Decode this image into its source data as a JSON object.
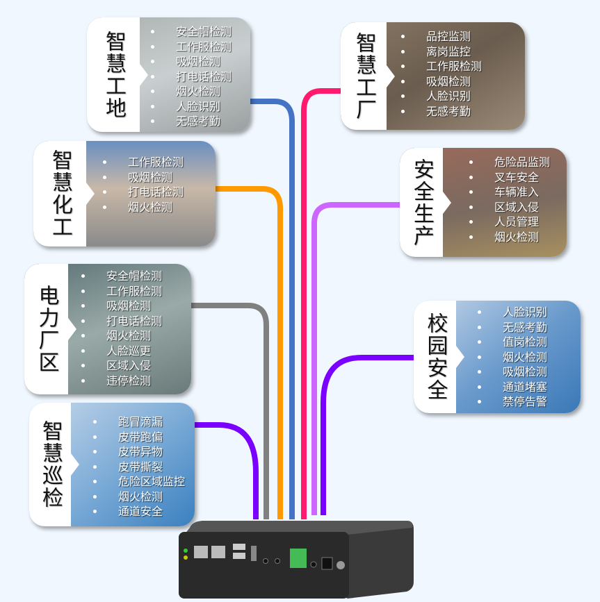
{
  "scenarios": [
    {
      "title": "智慧工地",
      "items": [
        "安全帽检测",
        "工作服检测",
        "吸烟检测",
        "打电话检测",
        "烟火检测",
        "人脸识别",
        "无感考勤"
      ],
      "line_color": "#4472c4"
    },
    {
      "title": "智慧工厂",
      "items": [
        "品控监测",
        "离岗监控",
        "工作服检测",
        "吸烟检测",
        "人脸识别",
        "无感考勤"
      ],
      "line_color": "#ff1a6e"
    },
    {
      "title": "智慧化工",
      "items": [
        "工作服检测",
        "吸烟检测",
        "打电话检测",
        "烟火检测"
      ],
      "line_color": "#ff9900"
    },
    {
      "title": "安全生产",
      "items": [
        "危险品监测",
        "叉车安全",
        "车辆准入",
        "区域入侵",
        "人员管理",
        "烟火检测"
      ],
      "line_color": "#cc66ff"
    },
    {
      "title": "电力厂区",
      "items": [
        "安全帽检测",
        "工作服检测",
        "吸烟检测",
        "打电话检测",
        "烟火检测",
        "人脸巡更",
        "区域入侵",
        "违停检测"
      ],
      "line_color": "#808080"
    },
    {
      "title": "校园安全",
      "items": [
        "人脸识别",
        "无感考勤",
        "值岗检测",
        "烟火检测",
        "吸烟检测",
        "通道堵塞",
        "禁停告警"
      ],
      "line_color": "#7a00ff"
    },
    {
      "title": "智慧巡检",
      "items": [
        "跑冒滴漏",
        "皮带跑偏",
        "皮带异物",
        "皮带撕裂",
        "危险区域监控",
        "烟火检测",
        "通道安全"
      ],
      "line_color": "#7a00ff"
    }
  ]
}
